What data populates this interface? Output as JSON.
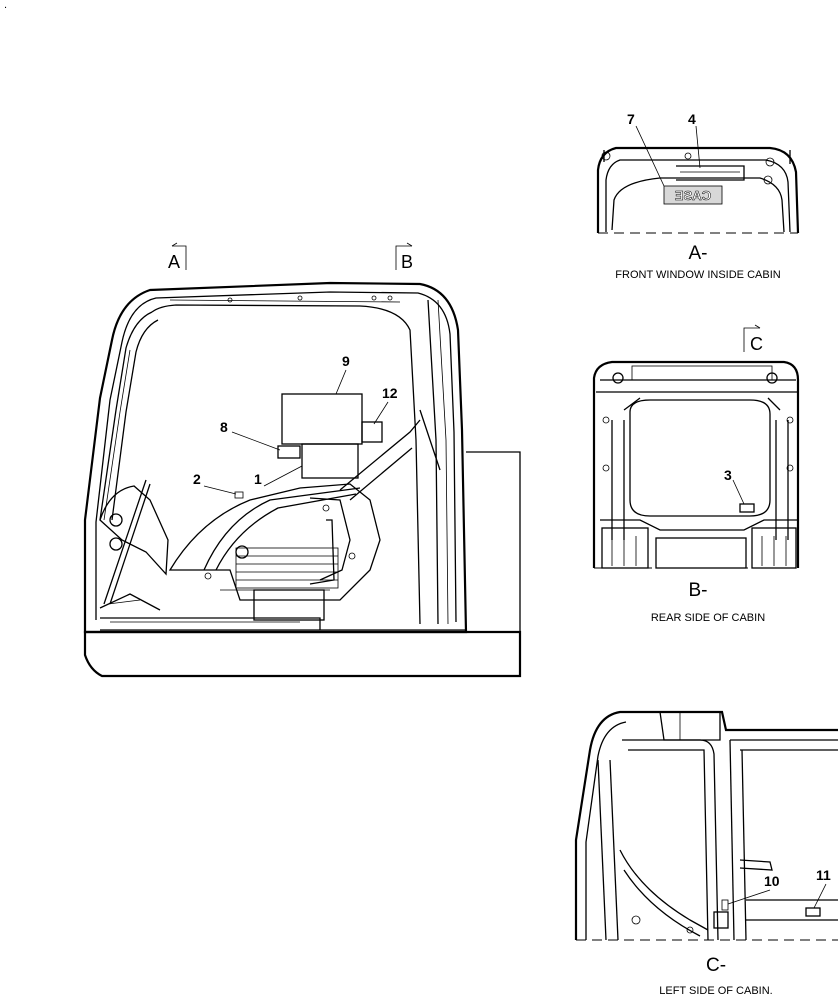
{
  "corner_mark": ".",
  "section_markers": {
    "a": "A",
    "b": "B",
    "c": "C"
  },
  "callouts": {
    "c1": "1",
    "c2": "2",
    "c3": "3",
    "c4": "4",
    "c7": "7",
    "c8": "8",
    "c9": "9",
    "c10": "10",
    "c11": "11",
    "c12": "12"
  },
  "views": {
    "front": {
      "label": "A-",
      "caption": "FRONT WINDOW INSIDE CABIN"
    },
    "rear": {
      "label": "B-",
      "caption": "REAR SIDE OF CABIN"
    },
    "left": {
      "label": "C-",
      "caption": "LEFT SIDE OF CABIN."
    }
  },
  "decal_text": "CASE"
}
